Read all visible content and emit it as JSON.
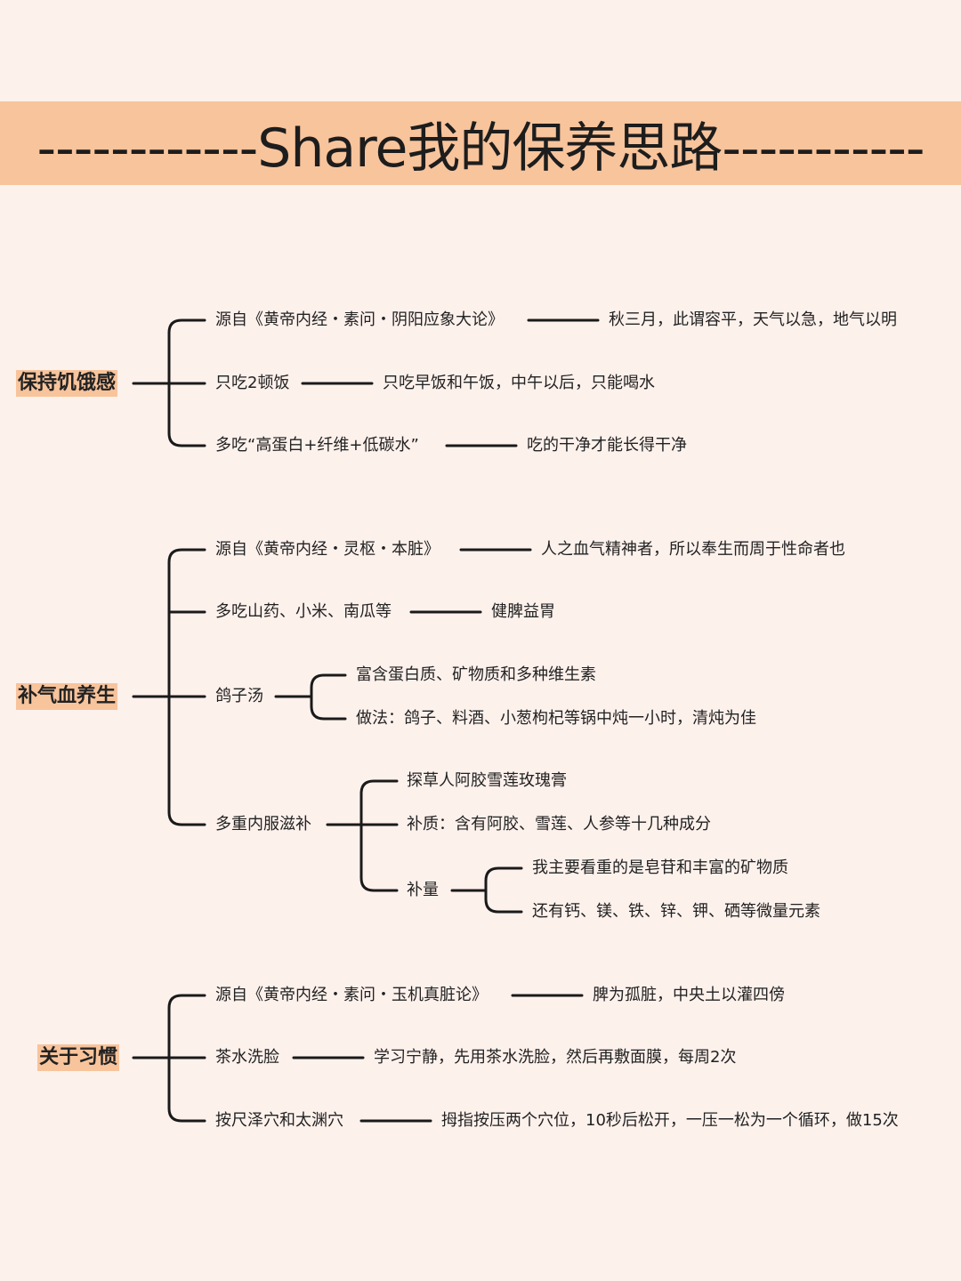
{
  "header": {
    "title": "------------Share我的保养思路-----------"
  },
  "sections": [
    {
      "root": "保持饥饿感",
      "branches": [
        {
          "label": "源自《黄帝内经・素问・阴阳应象大论》",
          "detail": "秋三月，此谓容平，天气以急，地气以明"
        },
        {
          "label": "只吃2顿饭",
          "detail": "只吃早饭和午饭，中午以后，只能喝水"
        },
        {
          "label": "多吃“高蛋白+纤维+低碳水”",
          "detail": "吃的干净才能长得干净"
        }
      ]
    },
    {
      "root": "补气血养生",
      "branches": [
        {
          "label": "源自《黄帝内经・灵枢・本脏》",
          "detail": "人之血气精神者，所以奉生而周于性命者也"
        },
        {
          "label": "多吃山药、小米、南瓜等",
          "detail": "健脾益胃"
        },
        {
          "label": "鸽子汤",
          "children": [
            "富含蛋白质、矿物质和多种维生素",
            "做法：鸽子、料酒、小葱枸杞等锅中炖一小时，清炖为佳"
          ]
        },
        {
          "label": "多重内服滋补",
          "children": [
            "探草人阿胶雪莲玫瑰膏",
            "补质：含有阿胶、雪莲、人参等十几种成分"
          ],
          "sub": {
            "label": "补量",
            "children": [
              "我主要看重的是皂苷和丰富的矿物质",
              "还有钙、镁、铁、锌、钾、硒等微量元素"
            ]
          }
        }
      ]
    },
    {
      "root": "关于习惯",
      "branches": [
        {
          "label": "源自《黄帝内经・素问・玉机真脏论》",
          "detail": "脾为孤脏，中央土以灌四傍"
        },
        {
          "label": "茶水洗脸",
          "detail": "学习宁静，先用茶水洗脸，然后再敷面膜，每周2次"
        },
        {
          "label": "按尺泽穴和太渊穴",
          "detail": "拇指按压两个穴位，10秒后松开，一压一松为一个循环，做15次"
        }
      ]
    }
  ]
}
